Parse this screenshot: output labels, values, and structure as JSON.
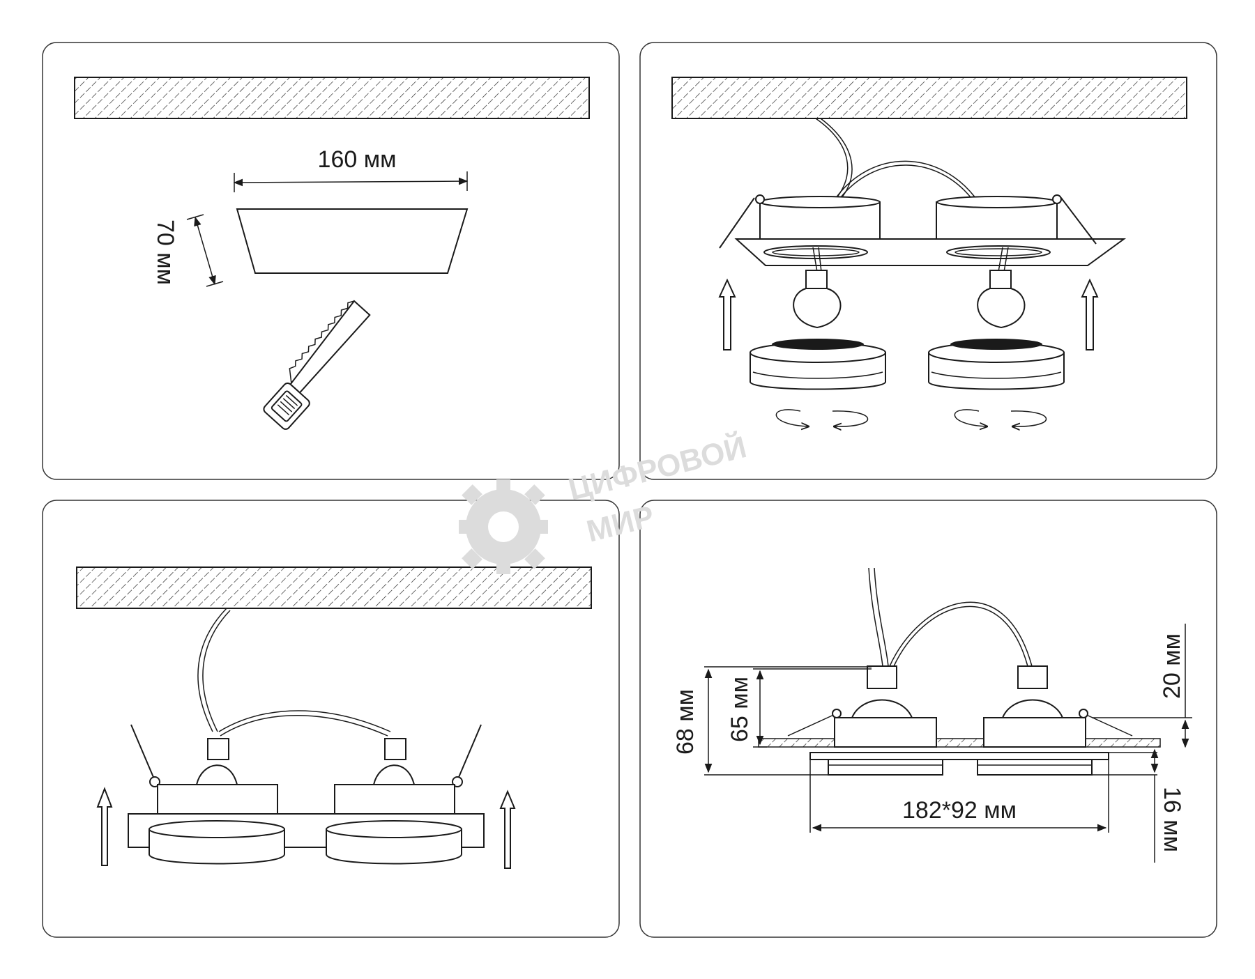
{
  "panels": [
    {
      "id": "cutout",
      "dimensions": {
        "width": "160 мм",
        "height": "70 мм"
      }
    },
    {
      "id": "assembly"
    },
    {
      "id": "installation"
    },
    {
      "id": "dimensions",
      "dimensions": {
        "total_height": "68 мм",
        "body_height": "65 мм",
        "top_gap": "20 мм",
        "frame_height": "16 мм",
        "frame_size": "182*92 мм"
      }
    }
  ],
  "watermark": {
    "line1": "ЦИФРОВОЙ",
    "line2": "МИР",
    "color": "#dcdcdc"
  },
  "colors": {
    "stroke": "#1a1a1a",
    "frame": "#333333",
    "background": "#ffffff"
  }
}
